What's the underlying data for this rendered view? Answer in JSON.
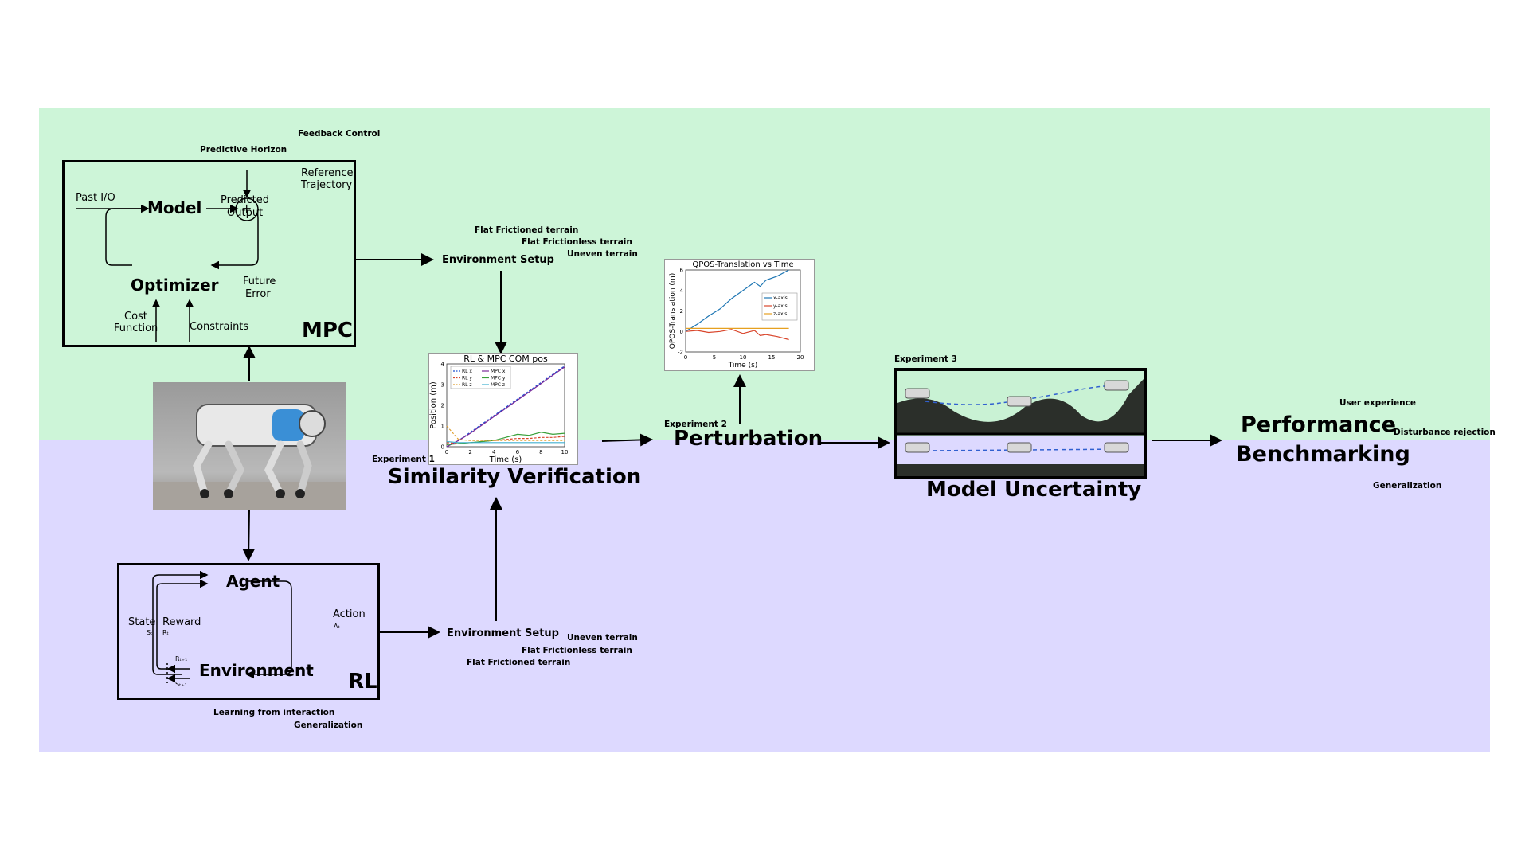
{
  "colors": {
    "top_band": "#cdf5d8",
    "bottom_band": "#ddd9ff"
  },
  "mpc": {
    "feedback_control": "Feedback Control",
    "predictive_horizon": "Predictive Horizon",
    "past_io": "Past I/O",
    "model": "Model",
    "predicted": "Predicted",
    "output": "Output",
    "reference": "Reference",
    "trajectory": "Trajectory",
    "optimizer": "Optimizer",
    "future": "Future",
    "error": "Error",
    "cost": "Cost",
    "function": "Function",
    "constraints": "Constraints",
    "title": "MPC",
    "sum_symbol": "+"
  },
  "env_top": {
    "label": "Environment Setup",
    "terrains": [
      "Flat Frictioned terrain",
      "Flat Frictionless terrain",
      "Uneven terrain"
    ]
  },
  "env_bottom": {
    "label": "Environment Setup",
    "terrains": [
      "Uneven terrain",
      "Flat Frictionless terrain",
      "Flat Frictioned terrain"
    ]
  },
  "rl": {
    "agent": "Agent",
    "environment": "Environment",
    "state": "State",
    "state_sub": "Sₜ",
    "reward": "Reward",
    "reward_sub": "Rₜ",
    "action": "Action",
    "action_sub": "Aₜ",
    "r_next": "Rₜ₊₁",
    "s_next": "Sₜ₊₁",
    "title": "RL",
    "learning": "Learning from interaction",
    "generalization": "Generalization"
  },
  "experiment1": {
    "tag": "Experiment 1",
    "title": "Similarity Verification"
  },
  "experiment2": {
    "tag": "Experiment 2",
    "title": "Perturbation"
  },
  "experiment3": {
    "tag": "Experiment 3",
    "title": "Model Uncertainty"
  },
  "performance": {
    "line1": "Performance",
    "line2": "Benchmarking",
    "user_experience": "User experience",
    "disturbance_rejection": "Disturbance rejection",
    "generalization": "Generalization"
  },
  "chart_data": [
    {
      "type": "line",
      "title": "RL & MPC COM pos",
      "xlabel": "Time (s)",
      "ylabel": "Position (m)",
      "xlim": [
        0,
        10
      ],
      "ylim": [
        0,
        4
      ],
      "x_ticks": [
        "0",
        "2",
        "4",
        "6",
        "8",
        "10"
      ],
      "y_ticks": [
        "0",
        "1",
        "2",
        "3",
        "4"
      ],
      "legend": "top-left",
      "x": [
        0,
        1,
        2,
        3,
        4,
        5,
        6,
        7,
        8,
        9,
        10
      ],
      "series": [
        {
          "name": "RL x",
          "color": "#1f4fd1",
          "dash": true,
          "values": [
            0,
            0.3,
            0.7,
            1.1,
            1.5,
            1.9,
            2.3,
            2.7,
            3.1,
            3.5,
            3.9
          ]
        },
        {
          "name": "MPC x",
          "color": "#7a2a9a",
          "dash": false,
          "values": [
            0,
            0.3,
            0.65,
            1.05,
            1.45,
            1.85,
            2.25,
            2.65,
            3.05,
            3.45,
            3.85
          ]
        },
        {
          "name": "RL y",
          "color": "#d9452b",
          "dash": true,
          "values": [
            0.2,
            0.15,
            0.2,
            0.25,
            0.3,
            0.35,
            0.4,
            0.4,
            0.45,
            0.45,
            0.5
          ]
        },
        {
          "name": "MPC y",
          "color": "#3aa03a",
          "dash": false,
          "values": [
            0.1,
            0.15,
            0.2,
            0.25,
            0.3,
            0.45,
            0.6,
            0.55,
            0.7,
            0.6,
            0.65
          ]
        },
        {
          "name": "RL z",
          "color": "#e0a030",
          "dash": true,
          "values": [
            1.0,
            0.35,
            0.3,
            0.3,
            0.3,
            0.3,
            0.3,
            0.3,
            0.3,
            0.3,
            0.3
          ]
        },
        {
          "name": "MPC z",
          "color": "#40b0d0",
          "dash": false,
          "values": [
            0.25,
            0.2,
            0.2,
            0.2,
            0.2,
            0.2,
            0.2,
            0.2,
            0.2,
            0.2,
            0.2
          ]
        }
      ]
    },
    {
      "type": "line",
      "title": "QPOS-Translation vs Time",
      "xlabel": "Time (s)",
      "ylabel": "QPOS-Translation (m)",
      "xlim": [
        0,
        20
      ],
      "ylim": [
        -2,
        6
      ],
      "x_ticks": [
        "0",
        "5",
        "10",
        "15",
        "20"
      ],
      "y_ticks": [
        "-2",
        "0",
        "2",
        "4",
        "6"
      ],
      "legend": "right",
      "x": [
        0,
        2,
        4,
        6,
        8,
        10,
        12,
        13,
        14,
        16,
        18
      ],
      "series": [
        {
          "name": "x-axis",
          "color": "#1f77b4",
          "values": [
            0,
            0.7,
            1.5,
            2.2,
            3.2,
            4.0,
            4.8,
            4.4,
            5.0,
            5.4,
            6.0
          ]
        },
        {
          "name": "y-axis",
          "color": "#d9452b",
          "values": [
            0,
            0.1,
            -0.1,
            0,
            0.2,
            -0.2,
            0.1,
            -0.4,
            -0.3,
            -0.5,
            -0.8
          ]
        },
        {
          "name": "z-axis",
          "color": "#e6a020",
          "values": [
            0.3,
            0.3,
            0.3,
            0.3,
            0.3,
            0.3,
            0.3,
            0.3,
            0.3,
            0.3,
            0.3
          ]
        }
      ]
    }
  ]
}
